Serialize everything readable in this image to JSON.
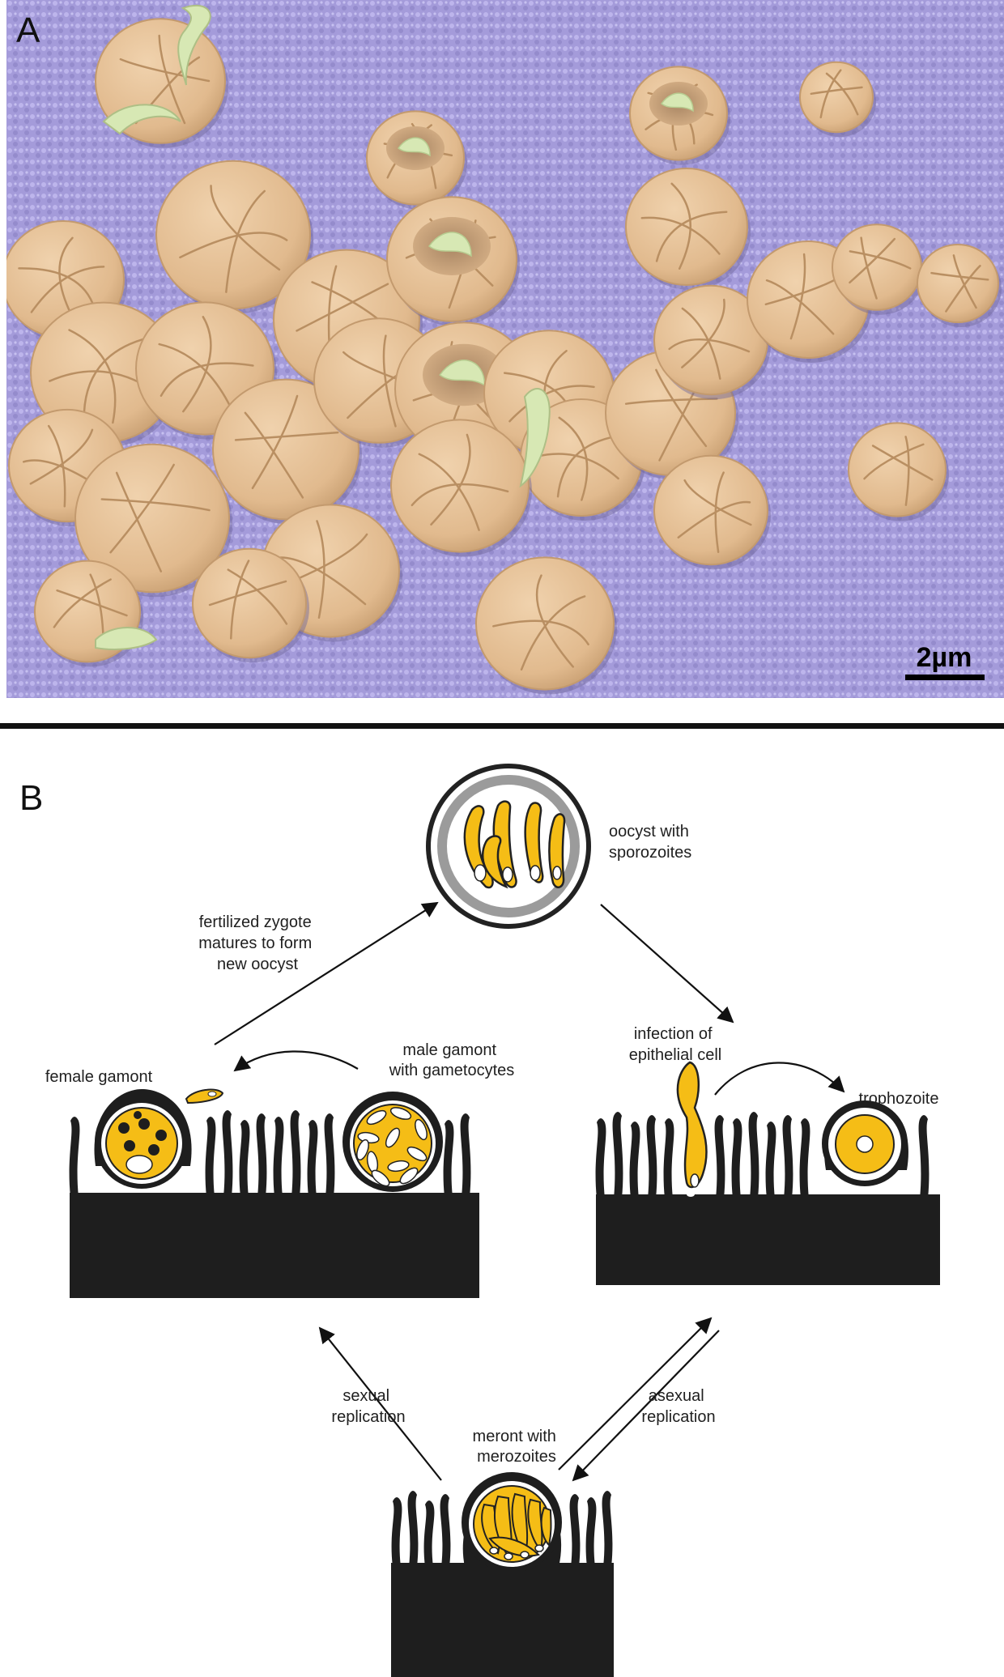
{
  "panel_a": {
    "label": "A",
    "scale_bar": "2µm",
    "colors": {
      "background": "#a8a0dc",
      "oocyst": "#e6c29a",
      "sporozoite": "#d7e8b4"
    }
  },
  "panel_b": {
    "label": "B",
    "labels": {
      "oocyst": [
        "oocyst with",
        "sporozoites"
      ],
      "fertilized": [
        "fertilized zygote",
        "matures to form",
        "new oocyst"
      ],
      "female": "female gamont",
      "male": [
        "male gamont",
        "with gametocytes"
      ],
      "infection": [
        "infection of",
        "epithelial cell"
      ],
      "trophozoite": "trophozoite",
      "sexual": [
        "sexual",
        "replication"
      ],
      "asexual": [
        "asexual",
        "replication"
      ],
      "meront": [
        "meront with",
        "merozoites"
      ]
    },
    "colors": {
      "parasite": "#f5bd16",
      "tissue": "#1e1e1e",
      "wall": "#9b9b9b"
    }
  }
}
